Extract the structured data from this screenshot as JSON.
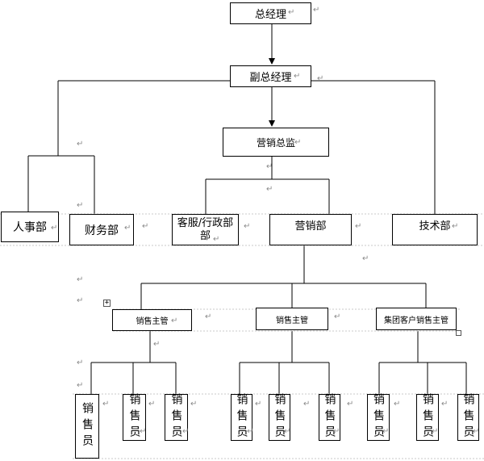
{
  "org": {
    "gm": "总经理",
    "deputy_gm": "副总经理",
    "marketing_director": "营销总监",
    "departments": {
      "hr": "人事部",
      "finance": "财务部",
      "service_admin": "客服/行政部",
      "service_admin_line2": "部",
      "sales": "营销部",
      "tech": "技术部"
    },
    "supervisors": {
      "s1": "销售主管",
      "s2": "销售主管",
      "s3": "集团客户销售主管"
    },
    "salesperson": "销售员"
  },
  "marks": {
    "paragraph": "↵",
    "table_handle": "+"
  },
  "colors": {
    "line": "#000000",
    "paragraph_mark": "#8a8a8a"
  }
}
